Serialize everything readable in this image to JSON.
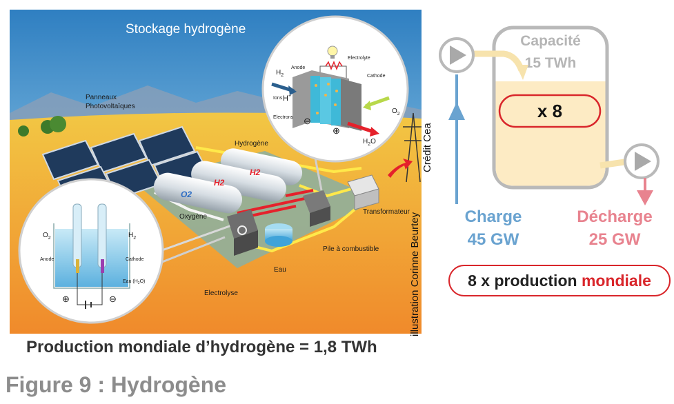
{
  "illustration": {
    "title": "Stockage hydrogène",
    "labels": {
      "panels": "Panneaux",
      "panels2": "Photovoltaïques",
      "hydrogen": "Hydrogène",
      "oxygen": "Oxygène",
      "tank_o2": "O2",
      "tank_h2_a": "H2",
      "tank_h2_b": "H2",
      "transformer": "Transformateur",
      "fuel_cell": "Pile à combustible",
      "water": "Eau",
      "electrolysis": "Electrolyse"
    },
    "fuelcell_inset": {
      "anode": "Anode",
      "electrolyte": "Electrolyte",
      "cathode": "Cathode",
      "h2": "H",
      "h2_sub": "2",
      "ions": "Ions",
      "hplus": "H",
      "hplus_sup": "+",
      "electrons": "Electrons",
      "o2": "O",
      "o2_sub": "2",
      "h2o_a": "H",
      "h2o_sub": "2",
      "h2o_b": "O",
      "minus": "⊖",
      "plus": "⊕"
    },
    "electrolysis_inset": {
      "o2": "O",
      "o2_sub": "2",
      "h2": "H",
      "h2_sub": "2",
      "anode": "Anode",
      "cathode": "Cathode",
      "water": "Eau (H",
      "water_sub": "2",
      "water_end": "O)",
      "plus": "⊕",
      "minus": "⊖"
    }
  },
  "credits": {
    "illustration": "illustration Corinne Beurtey",
    "credit": "Crédit  Cea"
  },
  "caption": "Production mondiale d’hydrogène = 1,8 TWh",
  "figure_title": "Figure 9 : Hydrogène",
  "storage": {
    "capacity_label": "Capacité",
    "capacity_value": "15 TWh",
    "multiplier": "x 8",
    "charge_label": "Charge",
    "charge_value": "45 GW",
    "discharge_label": "Décharge",
    "discharge_value": "25 GW",
    "production_prefix": "8 x production ",
    "production_highlight": "mondiale"
  },
  "colors": {
    "charge": "#6aa3d0",
    "discharge": "#e8838f",
    "accent_red": "#d9262b",
    "tank_fill": "#fdebc4",
    "tank_border": "#b9b9b9",
    "flow": "#f7e3ad"
  }
}
